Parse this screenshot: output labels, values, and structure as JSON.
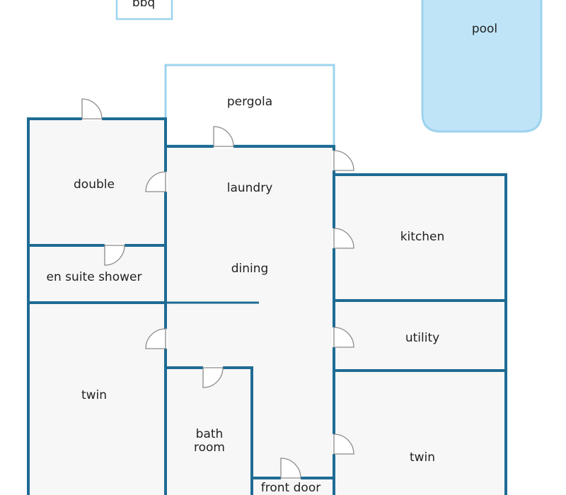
{
  "floorplan": {
    "rooms": {
      "bbq": "bbq",
      "pool": "pool",
      "pergola": "pergola",
      "double": "double",
      "laundry": "laundry",
      "kitchen": "kitchen",
      "dining": "dining",
      "en_suite": "en suite shower",
      "utility": "utility",
      "twin_left": "twin",
      "bathroom_line1": "bath",
      "bathroom_line2": "room",
      "twin_right": "twin",
      "front_door": "front door"
    },
    "colors": {
      "wall": "#1e6b94",
      "room_fill": "#f7f7f7",
      "outdoor_outline": "#9dd3ee",
      "pool_fill": "#bfe4f7",
      "door": "#8a8a8a"
    }
  }
}
